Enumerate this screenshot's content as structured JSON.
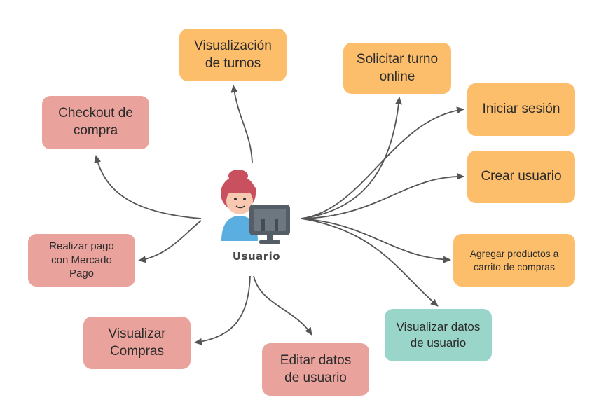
{
  "center": {
    "label": "Usuario",
    "icon": "user-at-computer-icon"
  },
  "nodes": {
    "visualizacion_turnos": "Visualización\nde turnos",
    "solicitar_turno": "Solicitar turno\nonline",
    "checkout": "Checkout de\ncompra",
    "iniciar_sesion": "Iniciar sesión",
    "crear_usuario": "Crear usuario",
    "realizar_pago": "Realizar pago\ncon Mercado\nPago",
    "agregar_productos": "Agregar productos a\ncarrito de compras",
    "visualizar_datos": "Visualizar datos\nde usuario",
    "visualizar_compras": "Visualizar\nCompras",
    "editar_datos": "Editar datos\nde usuario"
  },
  "colors": {
    "orange": "#fdbe6c",
    "pink": "#eaa39c",
    "teal": "#99d5c9",
    "arrow": "#555555"
  }
}
